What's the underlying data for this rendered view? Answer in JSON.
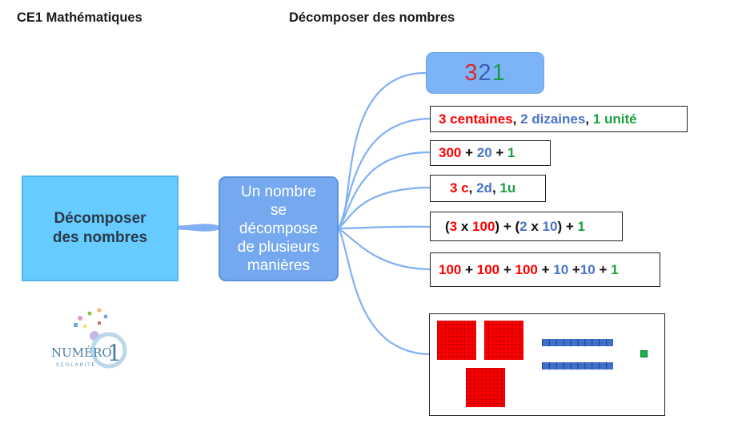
{
  "header": {
    "left_title": "CE1 Mathématiques",
    "center_title": "Décomposer des nombres"
  },
  "main_node": {
    "line1": "Décomposer",
    "line2": "des nombres"
  },
  "mid_node": {
    "lines": [
      "Un nombre",
      "se",
      "décompose",
      "de plusieurs",
      "manières"
    ]
  },
  "number": {
    "digit_hundreds": "3",
    "digit_tens": "2",
    "digit_units": "1"
  },
  "decompositions": {
    "words": {
      "hundreds": "3 centaines",
      "sep1": ", ",
      "tens": "2 dizaines",
      "sep2": ", ",
      "units": "1 unité"
    },
    "sum": {
      "hundreds": "300",
      "plus1": " + ",
      "tens": "20",
      "plus2": " + ",
      "units": "1"
    },
    "abbrev": {
      "hundreds": "3 c",
      "sep1": ", ",
      "tens": "2d",
      "sep2": ", ",
      "units": "1u"
    },
    "product": {
      "open1": "(",
      "h_digit": "3",
      "times1": " x ",
      "h_factor": "100",
      "close1": ")",
      "plus1": " + ",
      "open2": "(",
      "t_digit": "2",
      "times2": " x ",
      "t_factor": "10",
      "close2": ")",
      "plus2": " + ",
      "units": "1"
    },
    "expanded": {
      "h1": "100",
      "p1": " + ",
      "h2": "100",
      "p2": " + ",
      "h3": "100",
      "p3": " + ",
      "t1": "10",
      "p4": " +",
      "t2": "10",
      "p5": " + ",
      "u1": "1"
    }
  },
  "blocks": {
    "hundreds_count": 3,
    "tens_count": 2,
    "units_count": 1
  },
  "logo": {
    "line1": "NUMÉRO",
    "numeral": "1",
    "line2": "SCOLARITÉ"
  },
  "colors": {
    "hundreds": "#ff0000",
    "tens": "#4a74c9",
    "units": "#1ca040",
    "main_node": "#66ccff",
    "mid_node": "#74a9f0",
    "connector": "#7fb0f5"
  }
}
